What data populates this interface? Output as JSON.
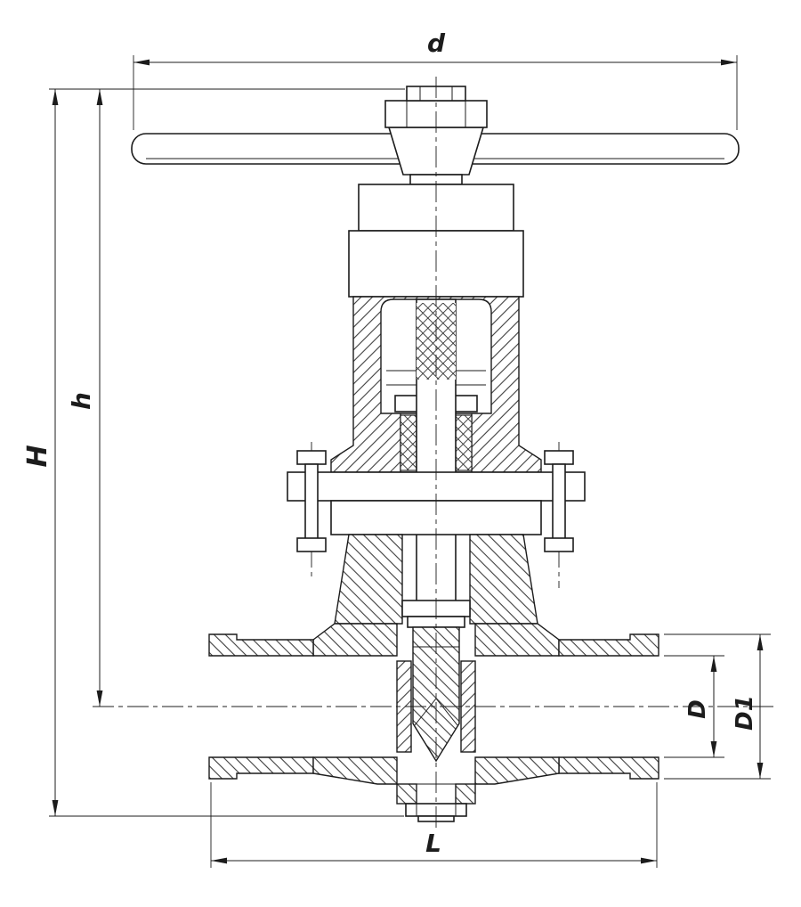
{
  "dimension_labels": {
    "d": "d",
    "H": "H",
    "h": "h",
    "L": "L",
    "D": "D",
    "D1": "D1"
  },
  "colors": {
    "line": "#1c1c1c",
    "background": "#ffffff"
  }
}
